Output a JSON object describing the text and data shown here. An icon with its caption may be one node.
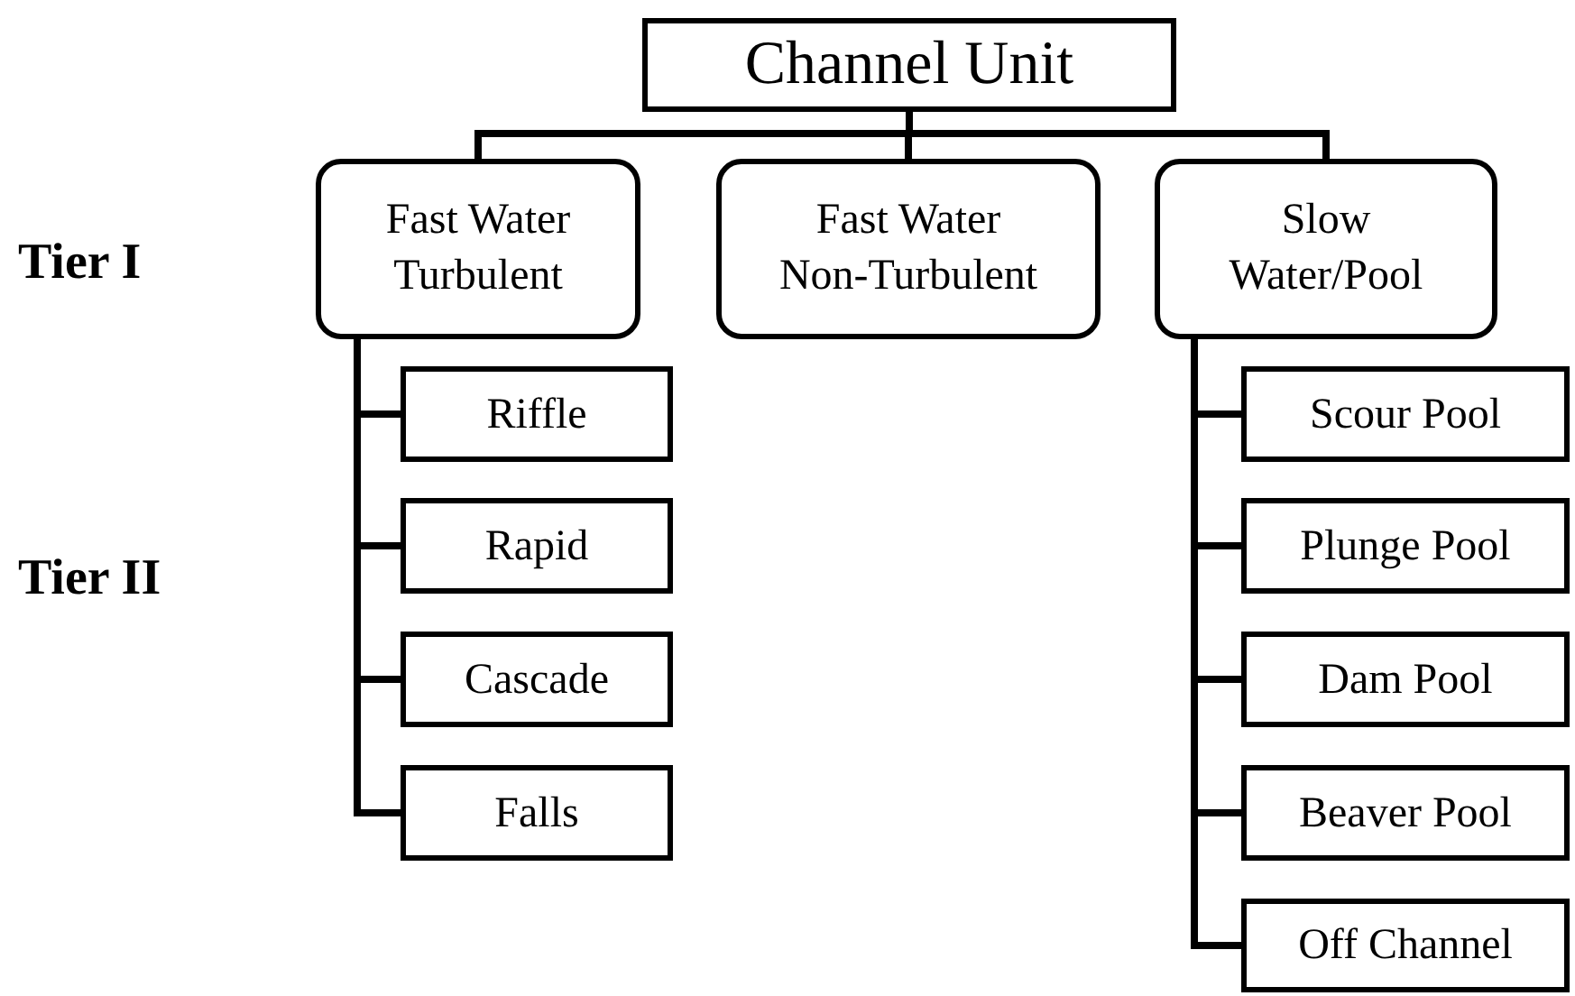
{
  "diagram": {
    "nodes": [
      {
        "text": [
          "Channel Unit"
        ]
      },
      {
        "text": [
          "Fast Water Turbulent"
        ]
      },
      {
        "text": [
          "Fast Water Non-Turbulent"
        ]
      },
      {
        "text": [
          "Slow Water/Pool"
        ]
      },
      {
        "text": [
          "Riffle"
        ]
      },
      {
        "text": [
          "Rapid"
        ]
      },
      {
        "text": [
          "Cascade"
        ]
      },
      {
        "text": [
          "Falls"
        ]
      },
      {
        "text": [
          "Scour Pool"
        ]
      },
      {
        "text": [
          "Plunge Pool"
        ]
      },
      {
        "text": [
          "Dam Pool"
        ]
      },
      {
        "text": [
          "Beaver Pool"
        ]
      },
      {
        "text": [
          "Off Channel"
        ]
      }
    ],
    "edges": [
      {
        "from": 0,
        "to": 1,
        "arrow": "none"
      },
      {
        "from": 0,
        "to": 2,
        "arrow": "none"
      },
      {
        "from": 0,
        "to": 3,
        "arrow": "none"
      },
      {
        "from": 1,
        "to": 4,
        "arrow": "none"
      },
      {
        "from": 1,
        "to": 5,
        "arrow": "none"
      },
      {
        "from": 1,
        "to": 6,
        "arrow": "none"
      },
      {
        "from": 1,
        "to": 7,
        "arrow": "none"
      },
      {
        "from": 3,
        "to": 8,
        "arrow": "none"
      },
      {
        "from": 3,
        "to": 9,
        "arrow": "none"
      },
      {
        "from": 3,
        "to": 10,
        "arrow": "none"
      },
      {
        "from": 3,
        "to": 11,
        "arrow": "none"
      },
      {
        "from": 3,
        "to": 12,
        "arrow": "none"
      }
    ],
    "labels": [
      "Tier I",
      "Tier II"
    ]
  }
}
